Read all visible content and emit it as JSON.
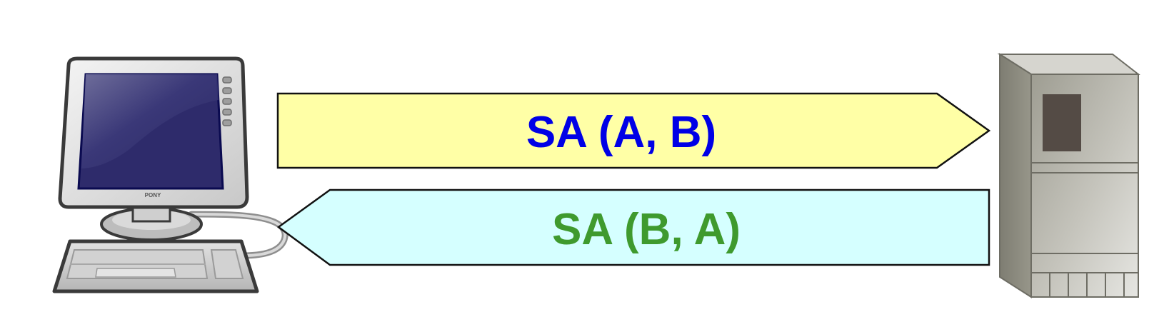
{
  "arrows": {
    "forward": {
      "label": "SA (A, B)",
      "fill": "#FFFFA6",
      "text_color": "#0000E6"
    },
    "backward": {
      "label": "SA (B, A)",
      "fill": "#D5FFFF",
      "text_color": "#3F9A2E"
    }
  },
  "computer": {
    "brand": "PONY",
    "screen_color": "#2E2B6B"
  },
  "server": {
    "body_color": "#B3B2A6",
    "panel_color": "#544B45"
  }
}
